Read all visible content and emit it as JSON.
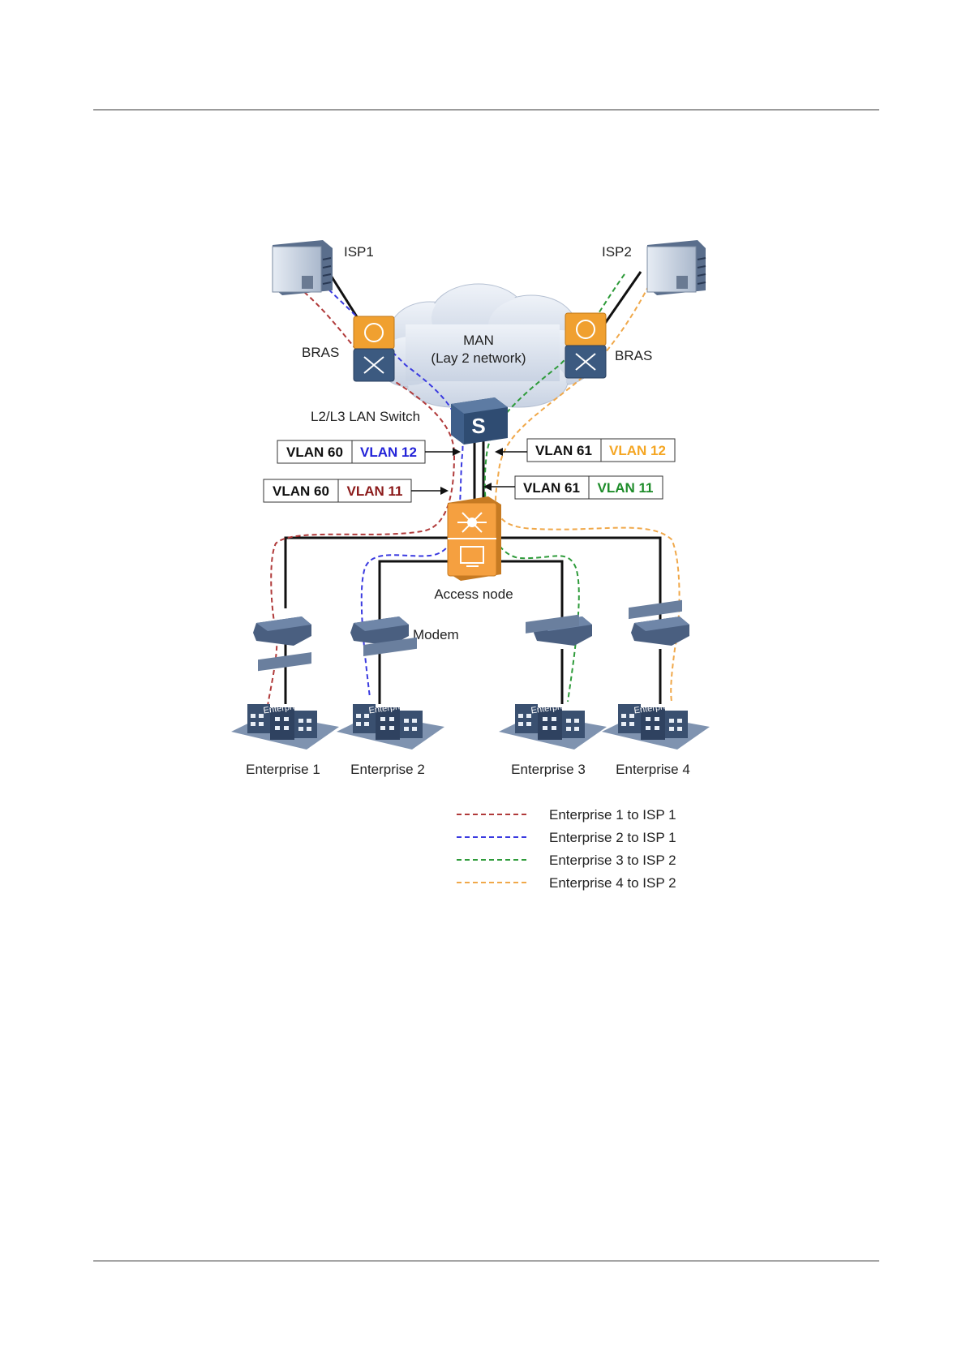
{
  "diagram": {
    "nodes": {
      "isp1": "ISP1",
      "isp2": "ISP2",
      "bras_left": "BRAS",
      "bras_right": "BRAS",
      "man_line1": "MAN",
      "man_line2": "(Lay 2 network)",
      "switch": "L2/L3 LAN Switch",
      "switch_glyph": "S",
      "access_node": "Access node",
      "modem": "Modem",
      "building_sign": "Enterprise",
      "enterprise1": "Enterprise 1",
      "enterprise2": "Enterprise 2",
      "enterprise3": "Enterprise 3",
      "enterprise4": "Enterprise 4"
    },
    "vlan_tags": [
      {
        "outer": "VLAN 60",
        "inner": "VLAN 12",
        "inner_color": "#2323d8"
      },
      {
        "outer": "VLAN 60",
        "inner": "VLAN 11",
        "inner_color": "#8b1a1a"
      },
      {
        "outer": "VLAN 61",
        "inner": "VLAN 12",
        "inner_color": "#f5a623"
      },
      {
        "outer": "VLAN 61",
        "inner": "VLAN 11",
        "inner_color": "#1e8c2a"
      }
    ],
    "legend": [
      {
        "label": "Enterprise 1 to ISP 1",
        "color": "#b03a3a"
      },
      {
        "label": "Enterprise 2 to ISP 1",
        "color": "#3a3ae0"
      },
      {
        "label": "Enterprise 3 to ISP 2",
        "color": "#2e9b3a"
      },
      {
        "label": "Enterprise 4 to ISP 2",
        "color": "#f0a84a"
      }
    ],
    "colors": {
      "bras_orange": "#f0a030",
      "bras_blue": "#3c5a80",
      "switch_blue": "#3f5f8a",
      "access_orange": "#f5a040",
      "cloud": "#dde4f0",
      "modem": "#4a5f80",
      "building": "#3a5070"
    }
  }
}
